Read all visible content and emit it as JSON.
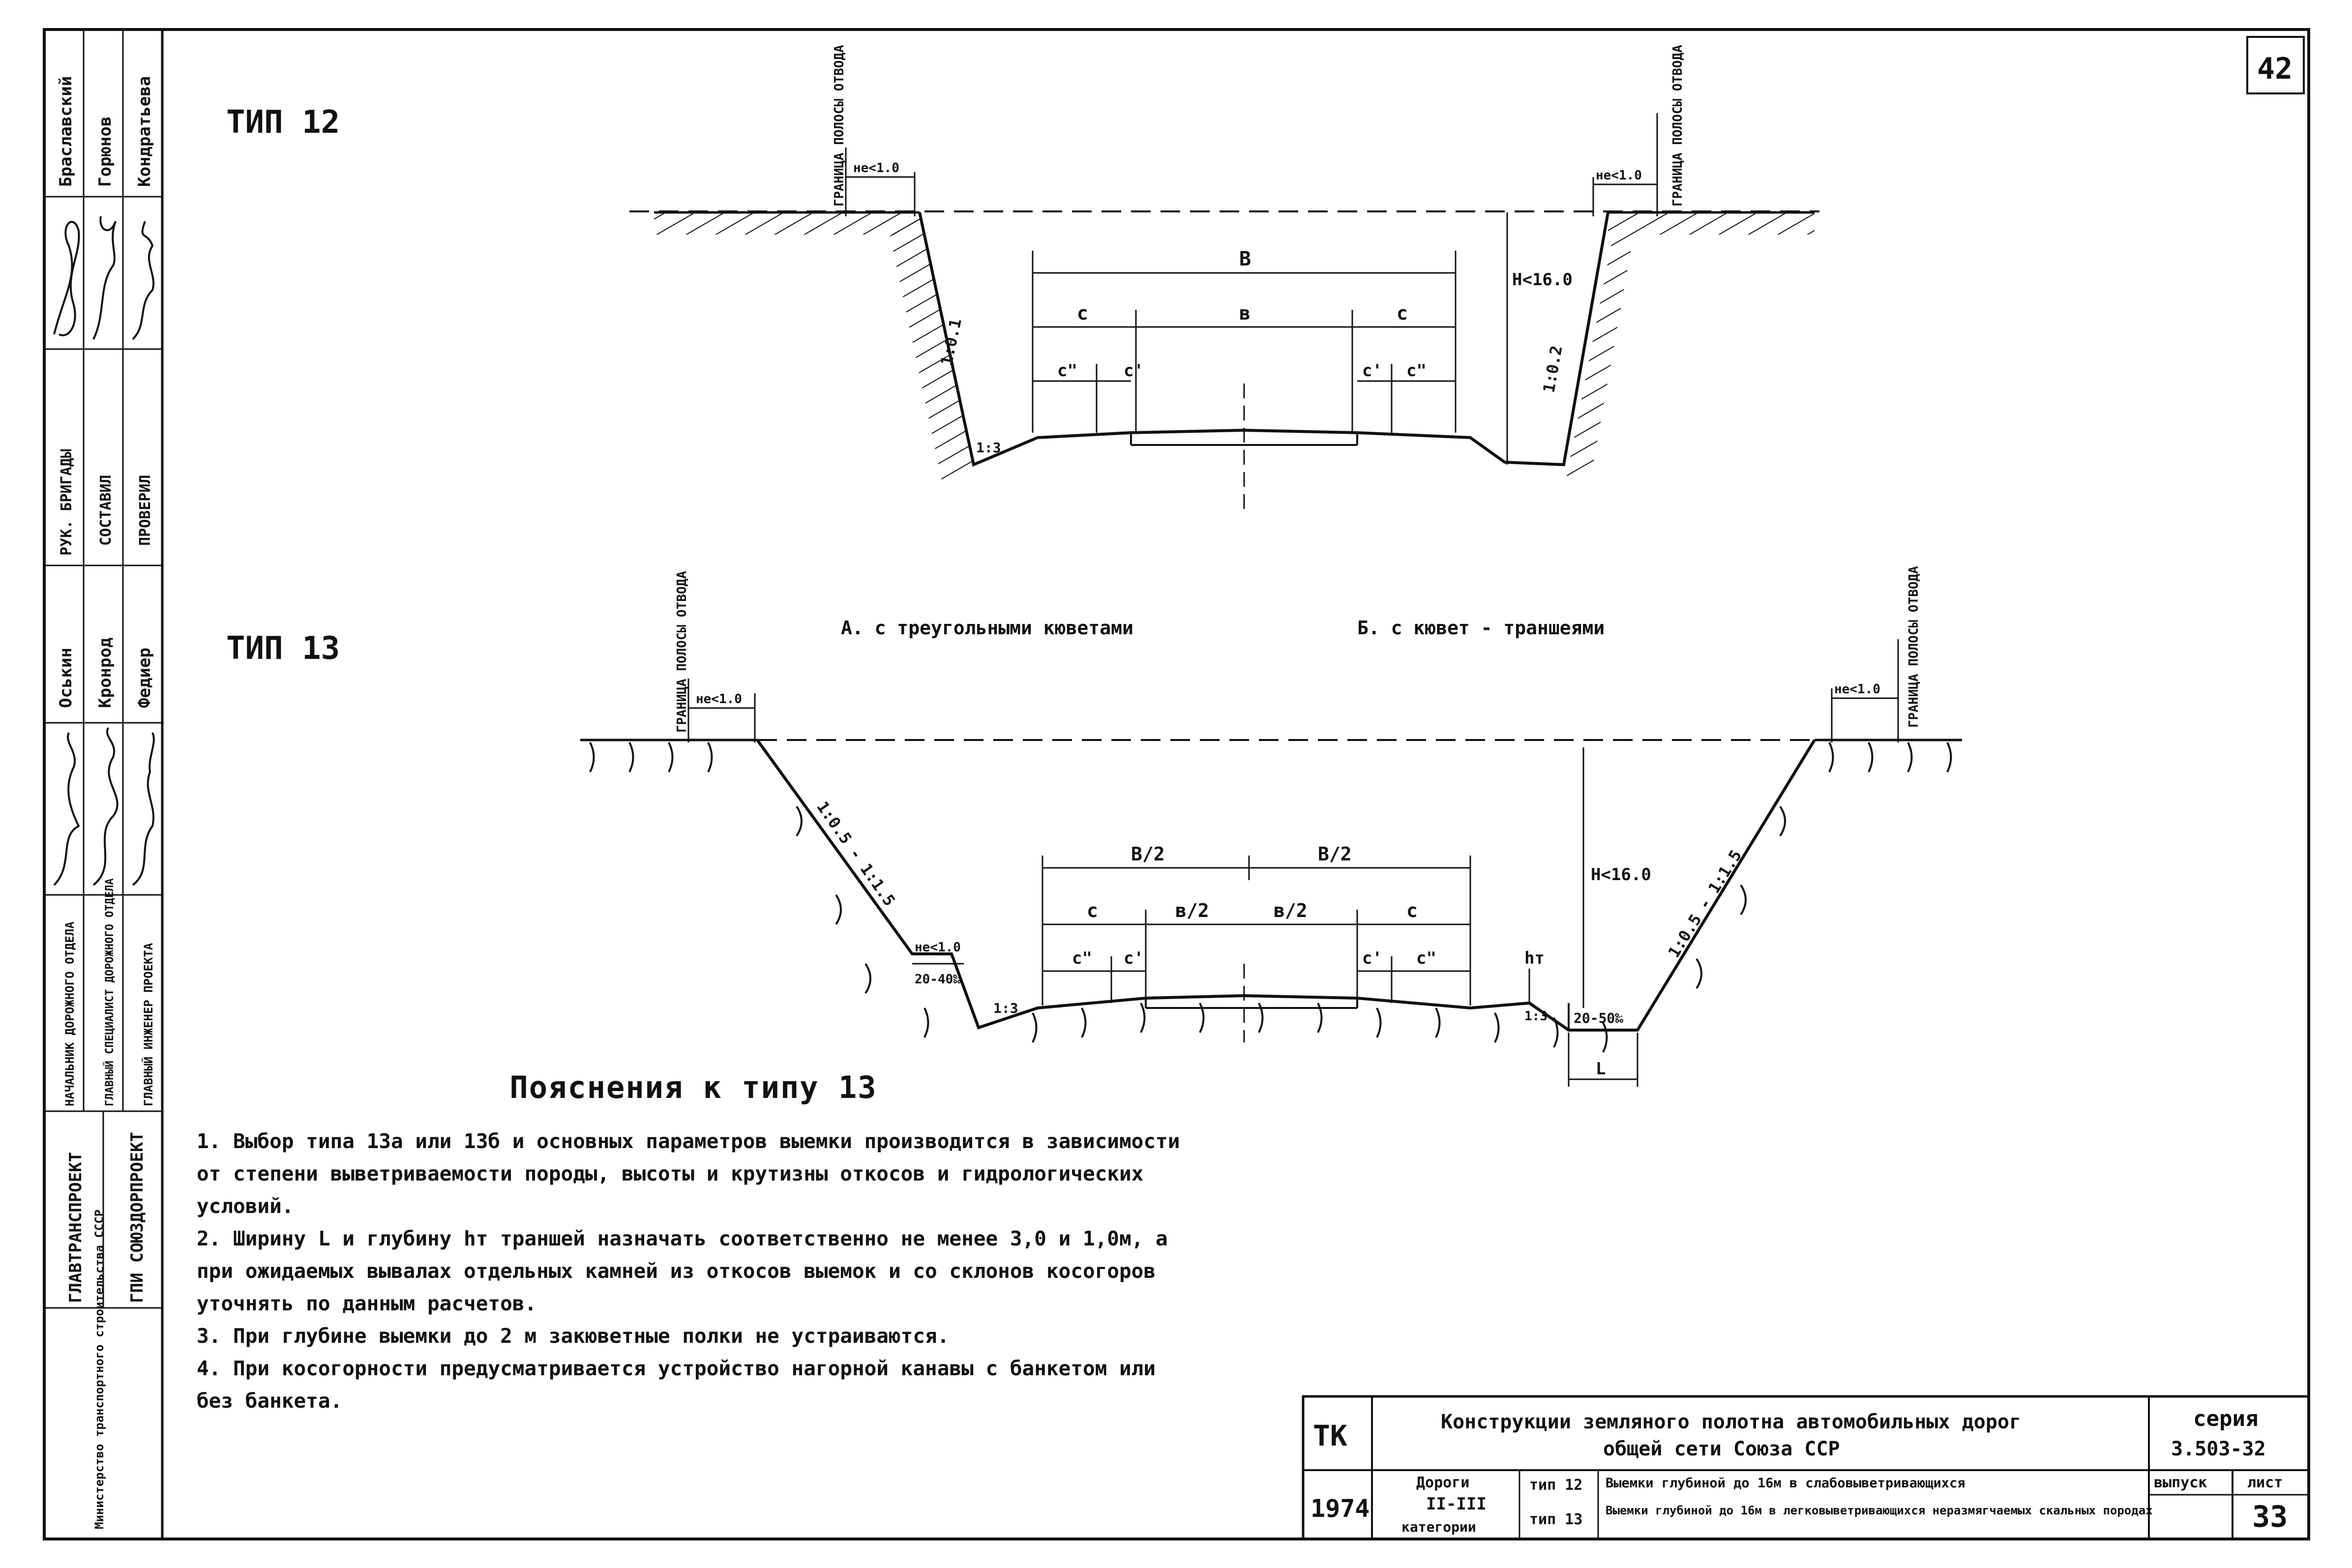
{
  "sheet_number": "42",
  "type12": {
    "label": "ТИП 12",
    "left_boundary": "ГРАНИЦА ПОЛОСЫ ОТВОДА",
    "right_boundary": "ГРАНИЦА ПОЛОСЫ ОТВОДА",
    "left_min": "не<1.0",
    "right_min": "не<1.0",
    "width_B": "В",
    "width_b": "в",
    "c": "с",
    "c_double": "с\"",
    "c_single": "с'",
    "height": "Н<16.0",
    "slope_left": "1:0.1",
    "slope_right": "1:0.2",
    "ditch_slope": "1:3"
  },
  "type13": {
    "label": "ТИП 13",
    "variant_a": "А. с треугольными кюветами",
    "variant_b": "Б. с кювет - траншеями",
    "left_boundary": "ГРАНИЦА ПОЛОСЫ ОТВОДА",
    "right_boundary": "ГРАНИЦА ПОЛОСЫ ОТВОДА",
    "left_min": "не<1.0",
    "right_min": "не<1.0",
    "half_B": "В/2",
    "half_b": "в/2",
    "c": "с",
    "c_double": "с\"",
    "c_single": "с'",
    "height": "Н<16.0",
    "slope_left": "1:0.5 - 1:1.5",
    "slope_right": "1:0.5 - 1:1.5",
    "berm_min": "не<1.0",
    "berm_grade": "20-40‰",
    "ditch_slope": "1:3",
    "trench_slope": "1:3",
    "trench_grade": "20-50‰",
    "trench_depth": "hт",
    "trench_width": "L"
  },
  "notes": {
    "title": "Пояснения к типу 13",
    "items": [
      "1. Выбор типа 13а или 13б и основных параметров выемки производится в зависимости от степени выветриваемости породы, высоты и крутизны откосов и гидрологических условий.",
      "2. Ширину L и глубину hт траншей назначать соответственно не менее 3,0 и 1,0м, а при ожидаемых вывалах отдельных камней из откосов выемок и со склонов косогоров уточнять по данным расчетов.",
      "3. При глубине выемки до 2 м закюветные полки не устраиваются.",
      "4. При косогорности предусматривается устройство нагорной канавы с банкетом или без банкета."
    ]
  },
  "sidebar": {
    "org1": "Министерство транспортного строительства СССР",
    "org2": "ГЛАВТРАНСПРОЕКТ",
    "org3": "ГПИ СОЮЗДОРПРОЕКТ",
    "role1": "НАЧАЛЬНИК ДОРОЖНОГО ОТДЕЛА",
    "role2": "ГЛАВНЫЙ СПЕЦИАЛИСТ ДОРОЖНОГО ОТДЕЛА",
    "role3": "ГЛАВНЫЙ ИНЖЕНЕР ПРОЕКТА",
    "name1": "Оськин",
    "name2": "Кронрод",
    "name3": "Федиер",
    "role4": "РУК. БРИГАДЫ",
    "role5": "СОСТАВИЛ",
    "role6": "ПРОВЕРИЛ",
    "name4": "Браславский",
    "name5": "Горюнов",
    "name6": "Кондратьева"
  },
  "title_block": {
    "code": "ТК",
    "year": "1974",
    "title_line1": "Конструкции земляного полотна автомобильных дорог",
    "title_line2": "общей сети Союза ССР",
    "roads_label": "Дороги",
    "roads_category": "II-III",
    "roads_suffix": "категории",
    "type12": "тип 12",
    "type13": "тип 13",
    "desc12": "Выемки глубиной до 16м в слабовыветривающихся",
    "desc13": "Выемки глубиной до 16м в легковыветривающихся неразмягчаемых скальных породах",
    "series_label": "серия",
    "series_value": "3.503-32",
    "issue_label": "выпуск",
    "sheet_label": "лист",
    "sheet_value": "33"
  }
}
